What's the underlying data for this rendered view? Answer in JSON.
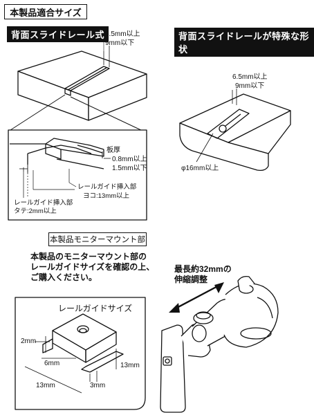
{
  "header": {
    "title": "本製品適合サイズ"
  },
  "panel_left": {
    "banner": "背面スライドレール式",
    "dim_width": "6.5mm以上",
    "dim_height": "9mm以下",
    "thickness_label": "板厚",
    "thickness_min": "0.8mm以上",
    "thickness_max": "1.5mm以下",
    "rail_guide_horizontal_1": "レールガイド挿入部",
    "rail_guide_horizontal_2": "ヨコ:13mm以上",
    "rail_guide_vertical_1": "レールガイド挿入部",
    "rail_guide_vertical_2": "タテ:2mm以上"
  },
  "panel_right": {
    "banner": "背面スライドレールが特殊な形状",
    "dim_width": "6.5mm以上",
    "dim_height": "9mm以下",
    "diameter": "φ16mm以上"
  },
  "mount_section": {
    "title": "本製品モニターマウント部",
    "desc_line1": "本製品のモニターマウント部の",
    "desc_line2": "レールガイドサイズを確認の上、",
    "desc_line3": "ご購入ください。",
    "extend_line1": "最長約32mmの",
    "extend_line2": "伸縮調整",
    "guide_title": "レールガイドサイズ",
    "dim_2mm": "2mm",
    "dim_6mm": "6mm",
    "dim_13mm_right": "13mm",
    "dim_13mm_bottom": "13mm",
    "dim_3mm": "3mm"
  }
}
